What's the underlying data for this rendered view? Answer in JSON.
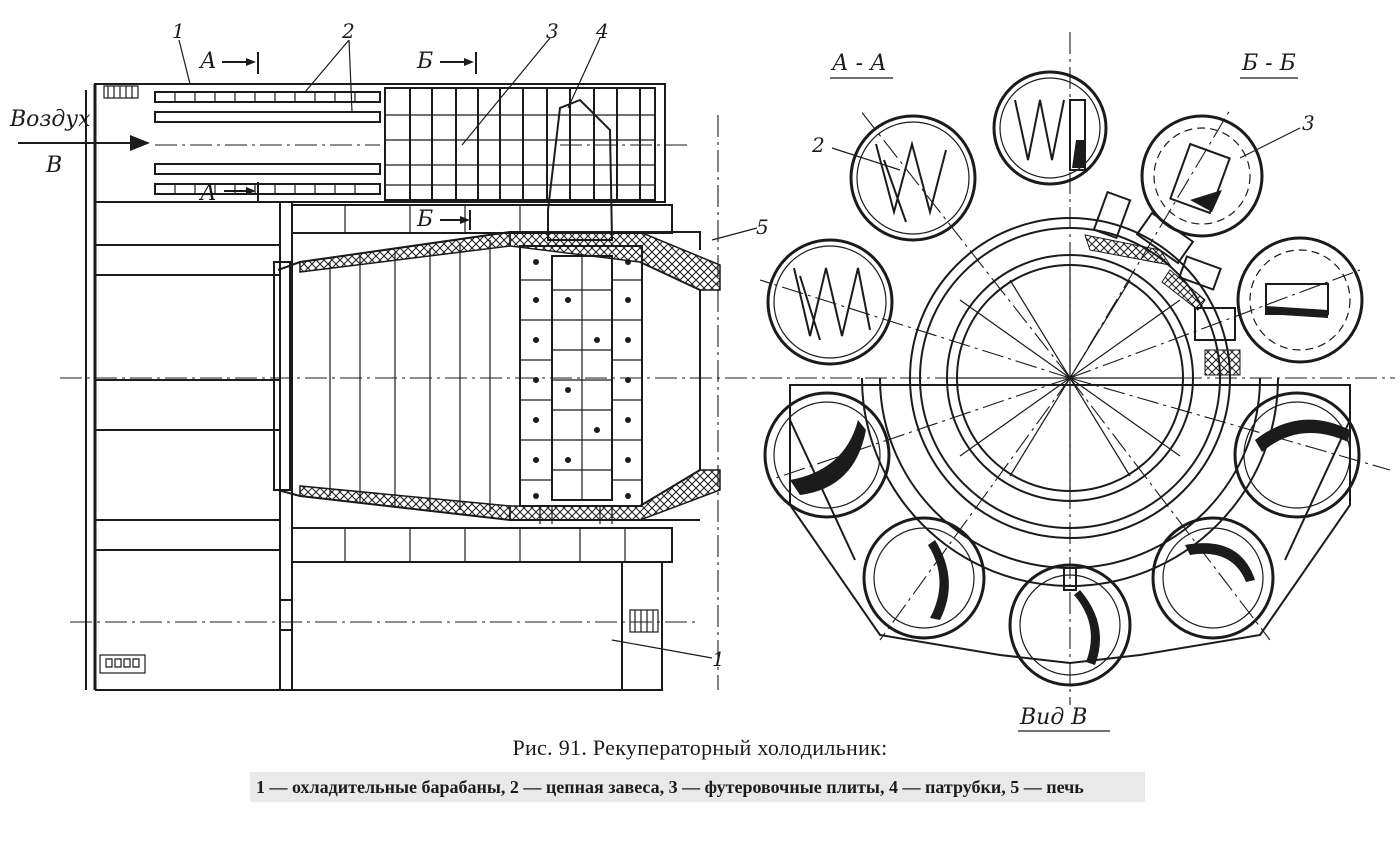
{
  "figure": {
    "labels": {
      "air": "Воздух",
      "arrow_b": "В",
      "section_a": "А",
      "section_b": "Б",
      "section_aa": "А - А",
      "section_bb": "Б - Б",
      "view_b": "Вид В",
      "callouts": [
        "1",
        "2",
        "3",
        "4",
        "5",
        "2",
        "3",
        "1"
      ]
    }
  },
  "caption": {
    "title": "Рис. 91. Рекуператорный холодильник:",
    "legend": "1 — охладительные барабаны, 2 — цепная завеса, 3 — футеровочные плиты, 4 — патрубки, 5 — печь"
  },
  "colors": {
    "ink": "#1b1b1b",
    "paper": "#ffffff",
    "legend_band": "#e9e9e9"
  }
}
